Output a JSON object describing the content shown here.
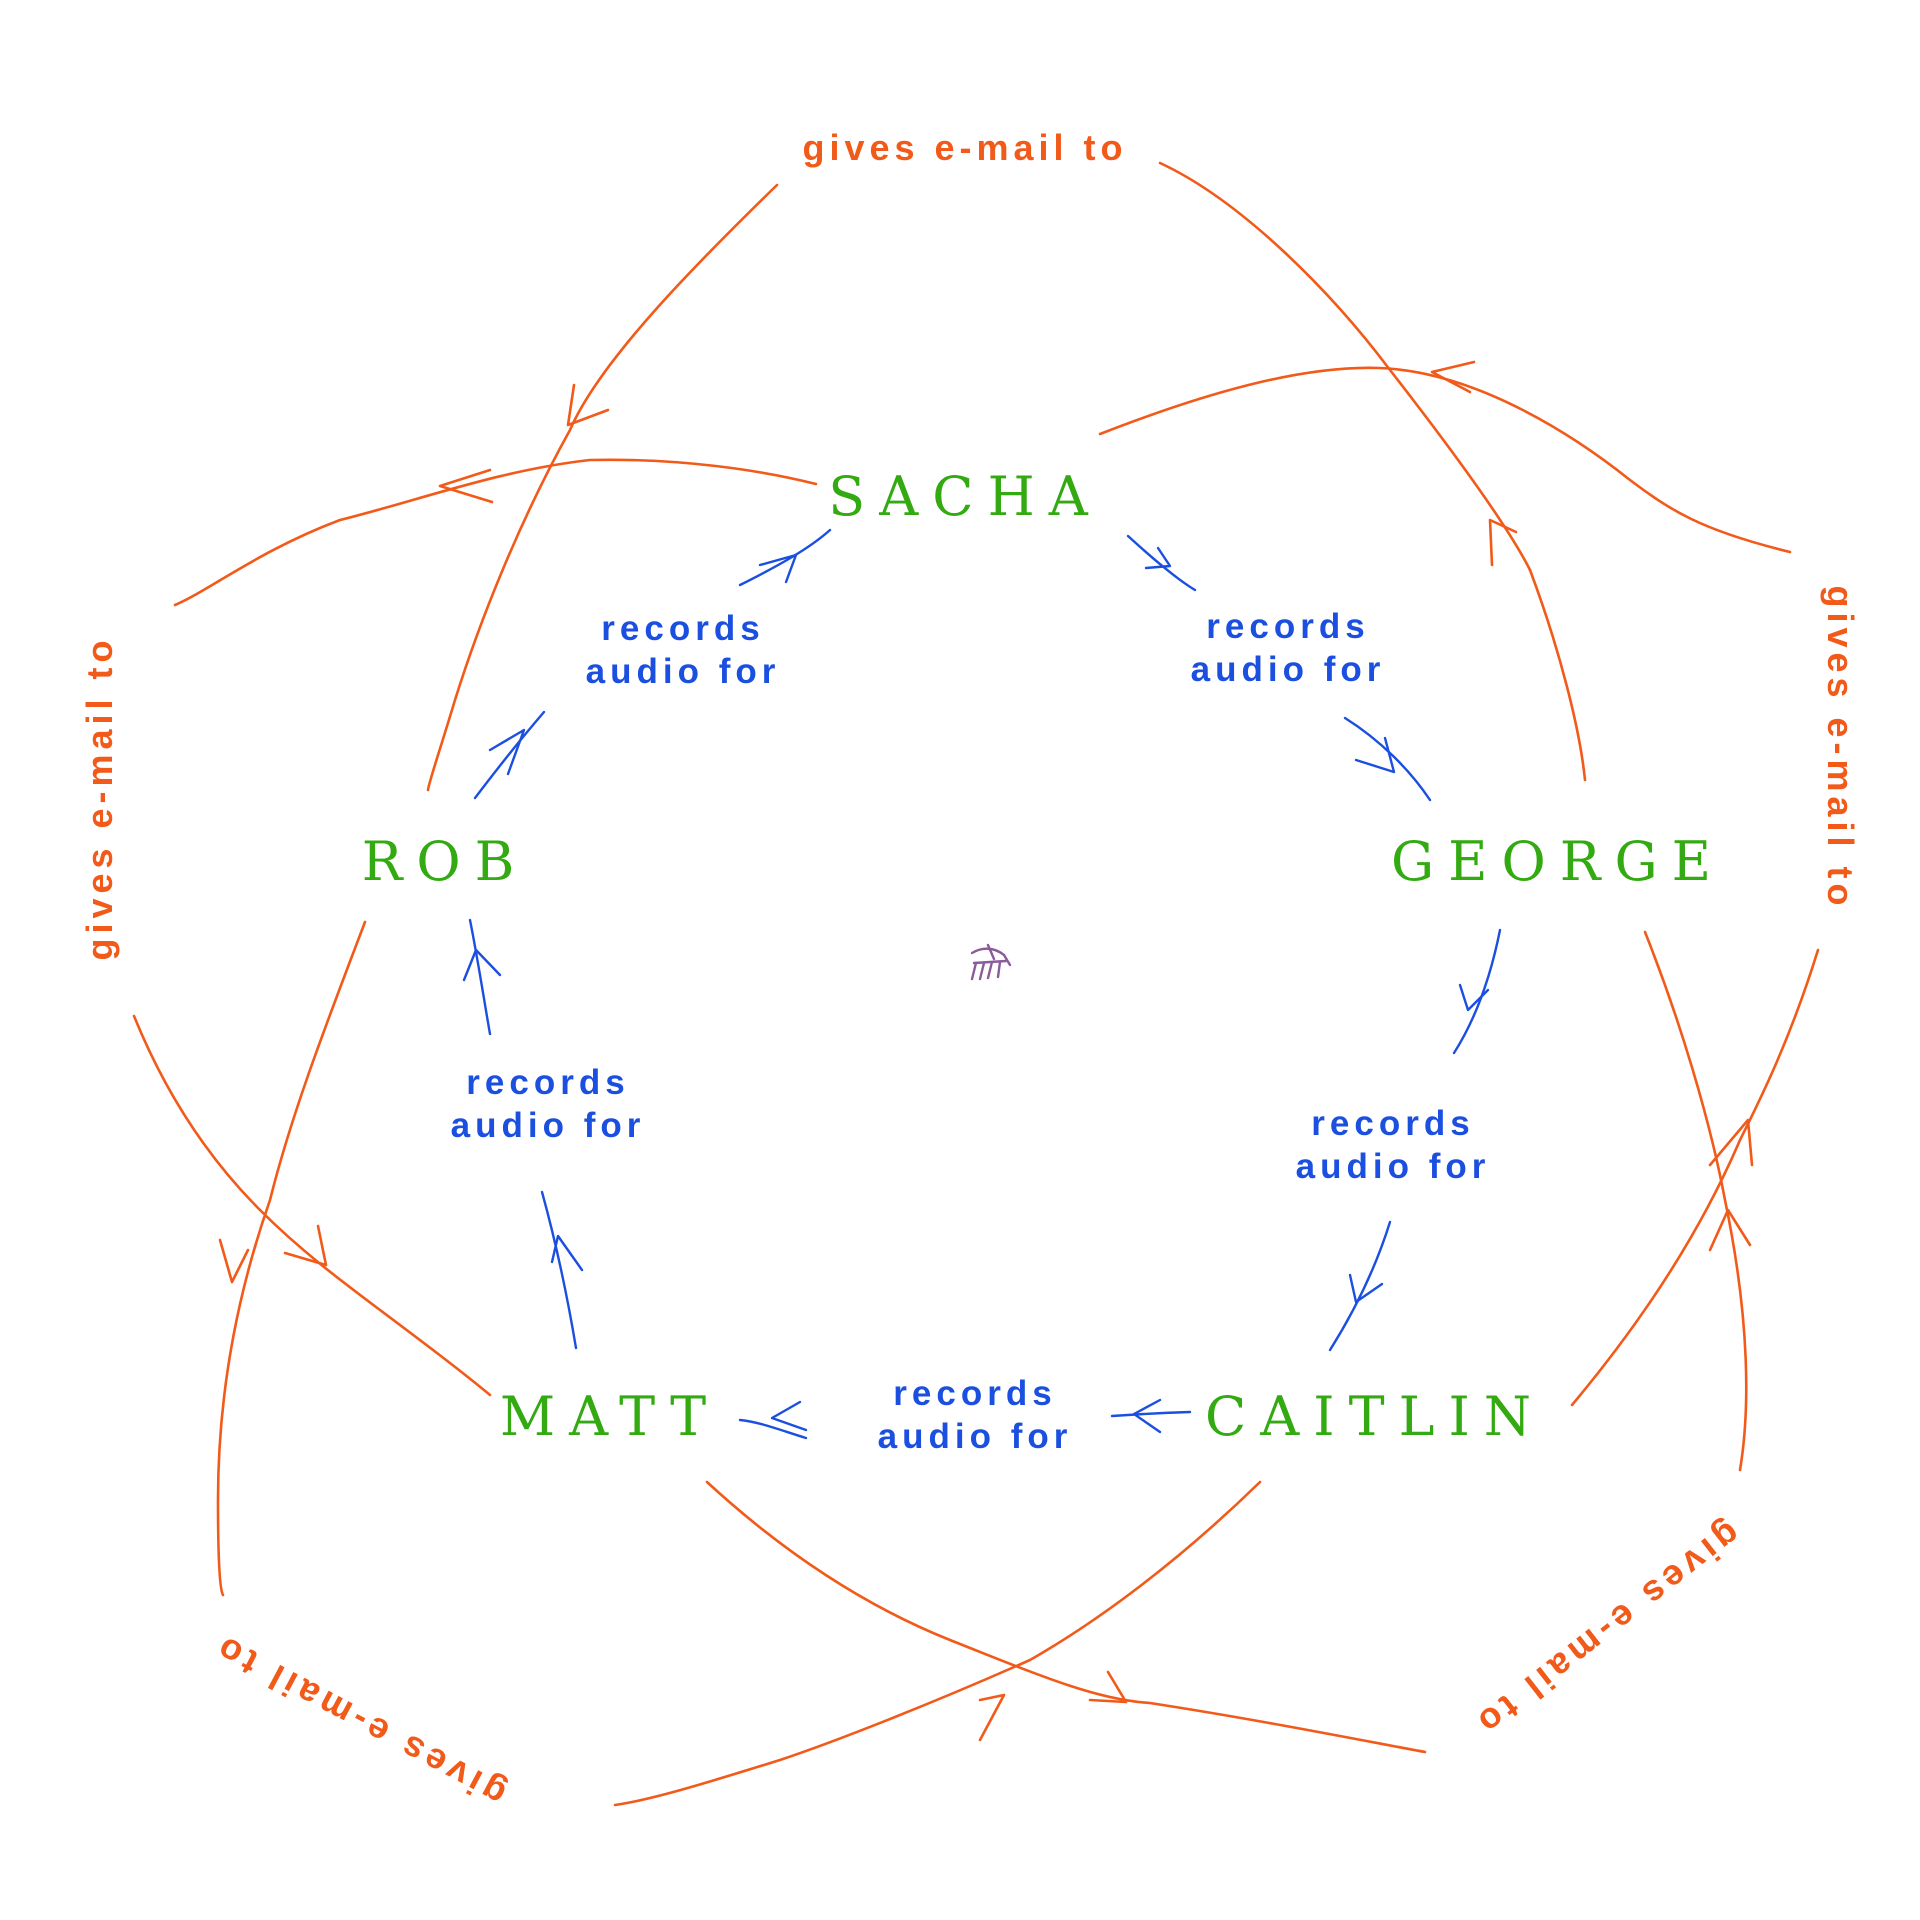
{
  "colors": {
    "node": "#33aa11",
    "relation_blue": "#1a4fe0",
    "relation_orange": "#f25a1a",
    "signature": "#8a5a9a"
  },
  "nodes": {
    "sacha": "SACHA",
    "george": "GEORGE",
    "caitlin": "CAITLIN",
    "matt": "MATT",
    "rob": "ROB"
  },
  "records": {
    "line1": "records",
    "line2": "audio for"
  },
  "email": {
    "label": "gives e-mail to"
  },
  "signature": {
    "icon": "signature-mark-icon"
  }
}
